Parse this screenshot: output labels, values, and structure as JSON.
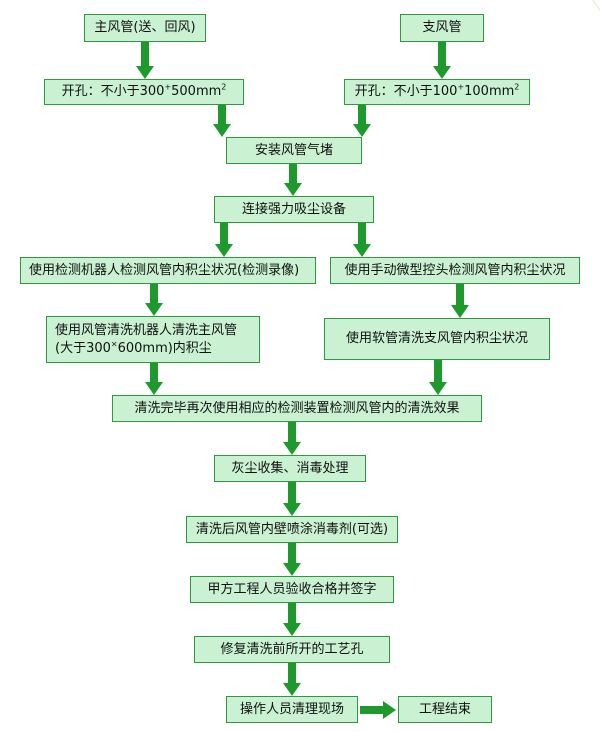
{
  "colors": {
    "box_fill": "#c9f1d2",
    "box_border": "#2f9a3d",
    "arrow": "#1e9a2c"
  },
  "nodes": {
    "main_duct": "主风管(送、回风)",
    "branch_duct": "支风管",
    "opening_main": {
      "text": "开孔：不小于300",
      "sup1": "+",
      "mid": "500mm",
      "sup2": "2"
    },
    "opening_branch": {
      "text": "开孔：不小于100",
      "sup1": "+",
      "mid": "100mm",
      "sup2": "2"
    },
    "install_airbag": "安装风管气堵",
    "connect_dust": "连接强力吸尘设备",
    "robot_inspect": "使用检测机器人检测风管内积尘状况(检测录像)",
    "manual_inspect": "使用手动微型控头检测风管内积尘状况",
    "robot_clean_line1": "使用风管清洗机器人清洗主风管",
    "robot_clean_line2a": "(大于300",
    "robot_clean_times": "×",
    "robot_clean_line2b": "600mm)内积尘",
    "hose_clean": "使用软管清洗支风管内积尘状况",
    "reinspect": "清洗完毕再次使用相应的检测装置检测风管内的清洗效果",
    "dust_collect": "灰尘收集、消毒处理",
    "disinfect_spray": "清洗后风管内壁喷涂消毒剂(可选)",
    "acceptance": "甲方工程人员验收合格并签字",
    "repair_holes": "修复清洗前所开的工艺孔",
    "site_cleanup": "操作人员清理现场",
    "project_end": "工程结束"
  }
}
